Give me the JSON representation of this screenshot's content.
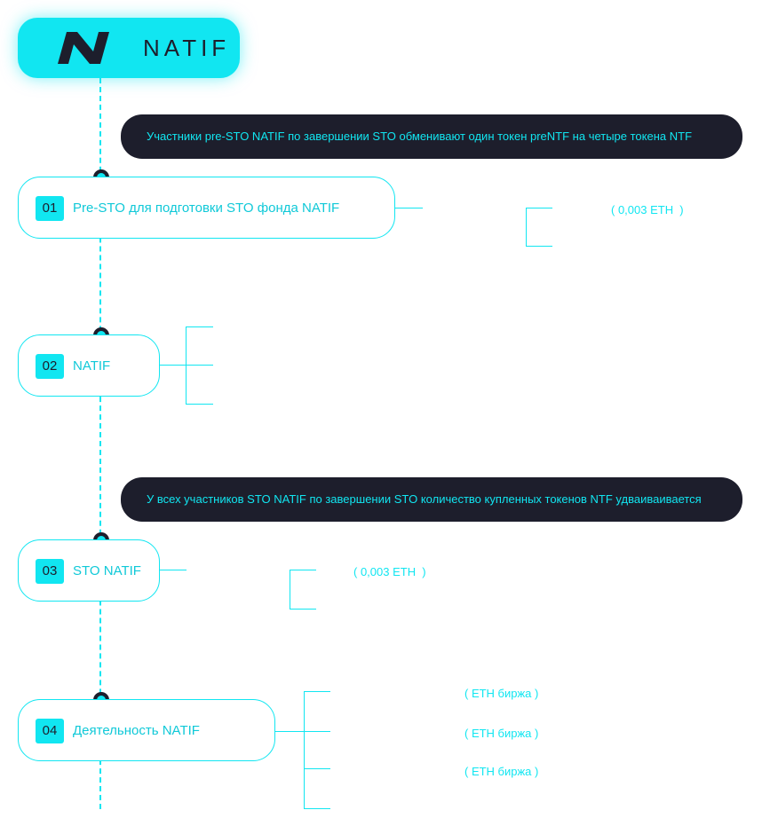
{
  "logo": {
    "text": "NATIF",
    "icon": "natif-n-logo-icon"
  },
  "colors": {
    "accent": "#11e6f1",
    "dark": "#1d1e2c",
    "background": "#ffffff"
  },
  "banners": [
    "Участники pre-STO NATIF по завершении STO обменивают один токен preNTF на четыре токена NTF",
    "У всех участников STO NATIF по завершении STO количество купленных токенов NTF удваиваивается"
  ],
  "stages": [
    {
      "number": "01",
      "label": "Pre-STO для подготовки STO фонда NATIF"
    },
    {
      "number": "02",
      "label": "NATIF"
    },
    {
      "number": "03",
      "label": "STO NATIF"
    },
    {
      "number": "04",
      "label": "Деятельность NATIF"
    }
  ],
  "notes": {
    "stage1_price": "( 0,003 ETH  )",
    "stage3_price": "( 0,003 ETH  )",
    "stage4_items": [
      "( ETH биржа )",
      "( ETH биржа )",
      "( ETH биржа )"
    ]
  }
}
